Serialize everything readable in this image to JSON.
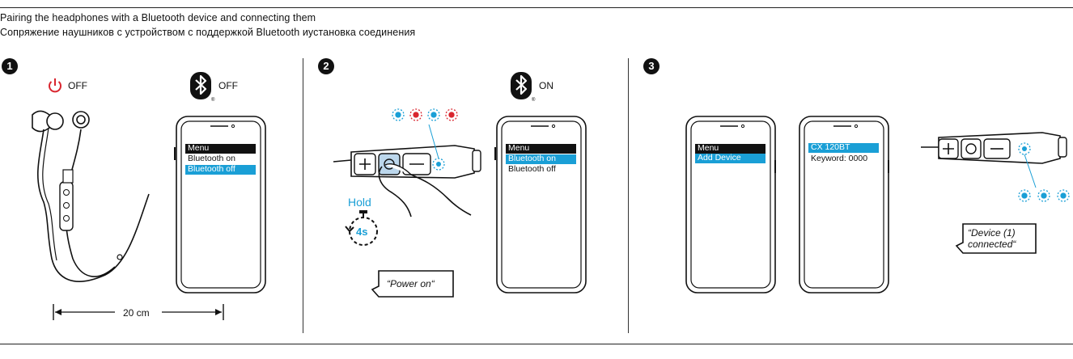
{
  "titles": {
    "en": "Pairing the headphones with a Bluetooth device and connecting them",
    "ru": "Сопряжение наушников с устройством с поддержкой Bluetooth иустановка соединения"
  },
  "steps": [
    "1",
    "2",
    "3"
  ],
  "panel1": {
    "power_state": "OFF",
    "bt_state": "OFF",
    "distance": "20 cm",
    "screen": [
      "Menu",
      "Bluetooth on",
      "Bluetooth off"
    ]
  },
  "panel2": {
    "bt_state": "ON",
    "hold_label": "Hold",
    "hold_time": "4s",
    "screen": [
      "Menu",
      "Bluetooth on",
      "Bluetooth off"
    ],
    "voice_prompt": "“Power on“"
  },
  "panel3": {
    "screen_a": [
      "Menu",
      "Add Device"
    ],
    "screen_b": [
      "CX 120BT",
      "Keyword: 0000"
    ],
    "voice_prompt_line1": "“Device (1)",
    "voice_prompt_line2": "connected“"
  },
  "colors": {
    "accent_blue": "#1a9fd6",
    "power_red": "#d9262f",
    "ink": "#111111"
  },
  "icons": [
    "power-icon",
    "bluetooth-icon",
    "earphones-icon",
    "smartphone-icon",
    "remote-control-icon",
    "finger-icon",
    "stopwatch-icon",
    "led-blink-icon",
    "speech-bubble-icon"
  ]
}
